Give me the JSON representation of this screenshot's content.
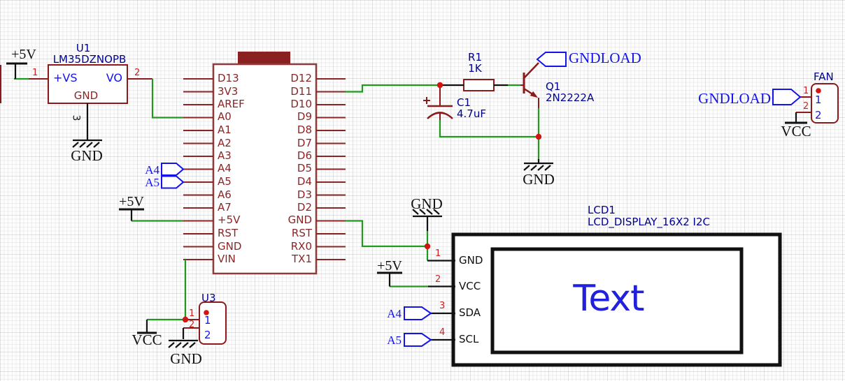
{
  "u1": {
    "ref": "U1",
    "part": "LM35DZNOPB",
    "pin_vs": "+VS",
    "pin_vo": "VO",
    "pin_gnd": "GND"
  },
  "mcu": {
    "left_pins": [
      "D13",
      "3V3",
      "AREF",
      "A0",
      "A1",
      "A2",
      "A3",
      "A4",
      "A5",
      "A6",
      "A7",
      "+5V",
      "RST",
      "GND",
      "VIN"
    ],
    "right_pins": [
      "D12",
      "D11",
      "D10",
      "D9",
      "D8",
      "D7",
      "D6",
      "D5",
      "D4",
      "D3",
      "D2",
      "GND",
      "RST",
      "RX0",
      "TX1"
    ]
  },
  "r1": {
    "ref": "R1",
    "value": "1K"
  },
  "c1": {
    "ref": "C1",
    "value": "4.7uF"
  },
  "q1": {
    "ref": "Q1",
    "value": "2N2222A"
  },
  "u3": {
    "ref": "U3"
  },
  "fan": {
    "ref": "FAN"
  },
  "lcd": {
    "ref": "LCD1",
    "part": "LCD_DISPLAY_16X2 I2C",
    "pin1": "GND",
    "pin2": "VCC",
    "pin3": "SDA",
    "pin4": "SCL",
    "screen_text": "Text"
  },
  "nets": {
    "a4": "A4",
    "a5": "A5",
    "gndload": "GNDLOAD"
  },
  "power": {
    "p5v": "+5V",
    "gnd": "GND",
    "vcc": "VCC"
  },
  "nums": {
    "n1": "1",
    "n2": "2",
    "n3": "3",
    "n4": "4"
  },
  "colors": {
    "wire": "#1f9a1f",
    "symbol": "#8b1a1a",
    "net_blue": "#1414e8",
    "designator": "#00008f",
    "junction": "#d21414",
    "pin_number": "#cf2020",
    "screen_text": "#2020dd"
  }
}
